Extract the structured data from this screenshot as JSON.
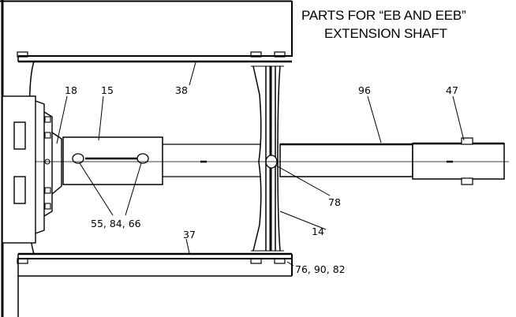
{
  "title": {
    "line1": "PARTS FOR “EB AND EEB”",
    "line2": "EXTENSION SHAFT"
  },
  "callouts": {
    "c18": "18",
    "c15": "15",
    "c38": "38",
    "c96": "96",
    "c47": "47",
    "c78": "78",
    "c55_84_66": "55, 84, 66",
    "c37": "37",
    "c14": "14",
    "c76_90_82": "76, 90, 82"
  }
}
